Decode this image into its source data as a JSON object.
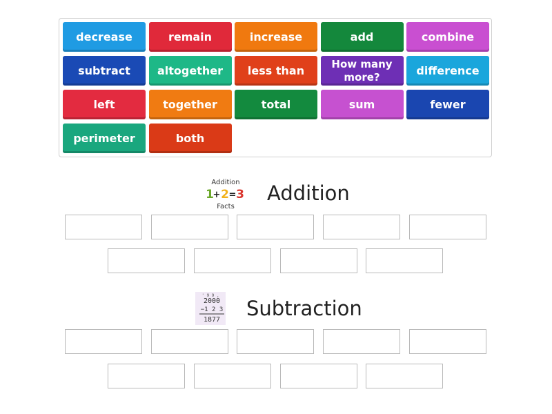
{
  "colors": {
    "blue": "#1f9be3",
    "red": "#e0293a",
    "orange": "#f0790f",
    "green": "#14883c",
    "magenta": "#c94fd1",
    "navy": "#1a4ab5",
    "teal": "#1eb887",
    "redorange": "#e0401a",
    "purple": "#6e2fb5",
    "cyan": "#1aa6dc",
    "crimson": "#e32b40",
    "darkgreen": "#138a3e",
    "violet": "#c651d0",
    "royal": "#1a46b0",
    "seagreen": "#1aa77e",
    "scarlet": "#da3a17"
  },
  "word_bank": {
    "tiles": [
      {
        "label": "decrease",
        "color": "#1f9be3"
      },
      {
        "label": "remain",
        "color": "#e0293a"
      },
      {
        "label": "increase",
        "color": "#f0790f"
      },
      {
        "label": "add",
        "color": "#14883c"
      },
      {
        "label": "combine",
        "color": "#c94fd1"
      },
      {
        "label": "subtract",
        "color": "#1a4ab5"
      },
      {
        "label": "altogether",
        "color": "#1eb887"
      },
      {
        "label": "less than",
        "color": "#e0401a"
      },
      {
        "label": "How many more?",
        "color": "#6e2fb5"
      },
      {
        "label": "difference",
        "color": "#1aa6dc"
      },
      {
        "label": "left",
        "color": "#e32b40"
      },
      {
        "label": "together",
        "color": "#f07b12"
      },
      {
        "label": "total",
        "color": "#138a3e"
      },
      {
        "label": "sum",
        "color": "#c651d0"
      },
      {
        "label": "fewer",
        "color": "#1a46b0"
      },
      {
        "label": "perimeter",
        "color": "#1aa77e"
      },
      {
        "label": "both",
        "color": "#da3a17"
      }
    ]
  },
  "groups": [
    {
      "title": "Addition",
      "image": {
        "top": "Addition",
        "equation": [
          "1",
          "+",
          "2",
          "=",
          "3"
        ],
        "bottom": "Facts"
      }
    },
    {
      "title": "Subtraction",
      "image": {
        "marks": "' 9 9 ,",
        "line1": "2000",
        "line2": "−1 2 3",
        "line3": "1877"
      }
    }
  ]
}
